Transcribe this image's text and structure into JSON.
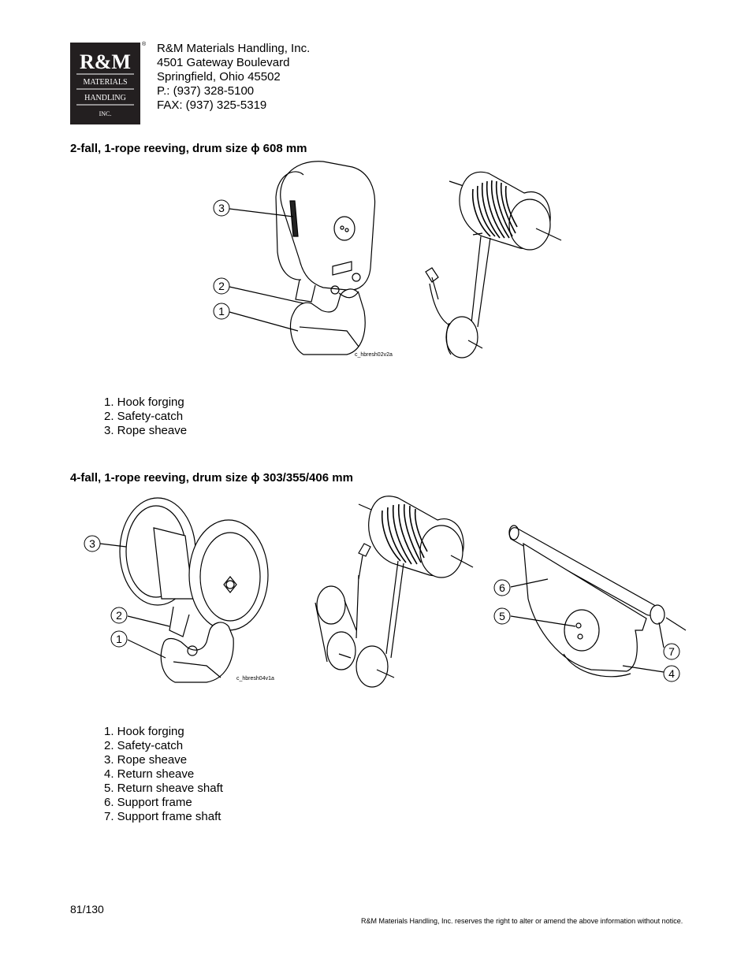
{
  "header": {
    "logo": {
      "alt": "R&M Materials Handling Inc. logo",
      "line1": "R&M",
      "line2": "MATERIALS",
      "line3": "HANDLING",
      "line4": "INC.",
      "mark": "®"
    },
    "address": [
      "R&M Materials Handling, Inc.",
      "4501 Gateway Boulevard",
      "Springfield, Ohio 45502",
      "P.: (937) 328-5100",
      "FAX: (937) 325-5319"
    ]
  },
  "section1": {
    "heading": "2-fall, 1-rope reeving, drum size ϕ 608 mm",
    "figure_code": "c_hbresh02v2a",
    "callouts": [
      "3",
      "2",
      "1"
    ],
    "items": [
      "1. Hook forging",
      "2. Safety-catch",
      "3. Rope sheave"
    ]
  },
  "section2": {
    "heading": "4-fall, 1-rope reeving, drum size ϕ 303/355/406 mm",
    "figure_code": "c_hbresh04v1a",
    "callouts": [
      "3",
      "2",
      "1",
      "6",
      "5",
      "7",
      "4"
    ],
    "items": [
      "1. Hook forging",
      "2. Safety-catch",
      "3. Rope sheave",
      "4. Return sheave",
      "5. Return sheave shaft",
      "6. Support frame",
      "7. Support frame shaft"
    ]
  },
  "footer": {
    "page": "81/130",
    "notice": "R&M Materials Handling, Inc. reserves the right to alter or amend the above information without notice."
  }
}
